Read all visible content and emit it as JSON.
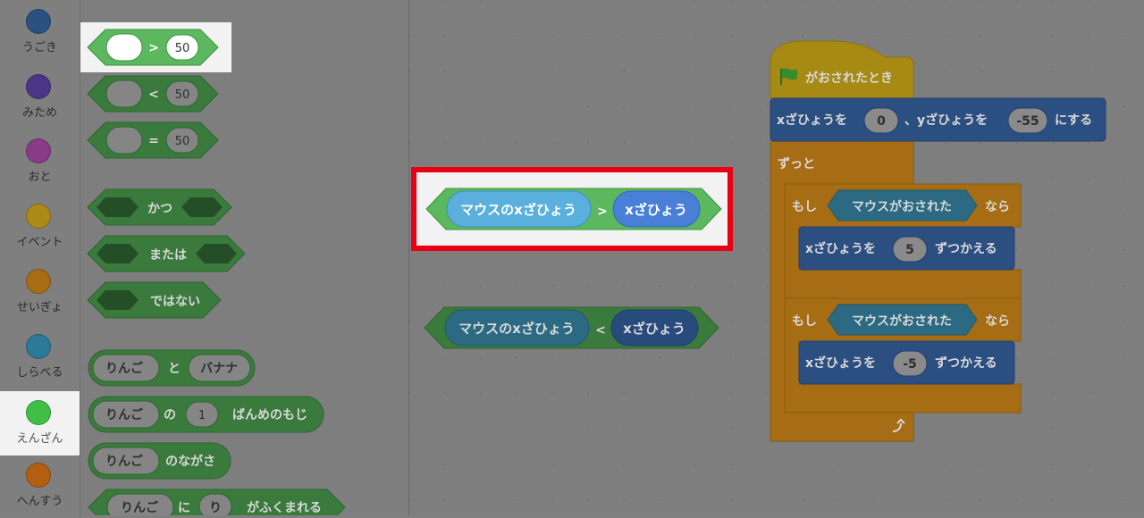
{
  "categories": [
    {
      "label": "うごき",
      "color": "#2a5182"
    },
    {
      "label": "みため",
      "color": "#4b3585"
    },
    {
      "label": "おと",
      "color": "#8a3a86"
    },
    {
      "label": "イベント",
      "color": "#ad8a18"
    },
    {
      "label": "せいぎょ",
      "color": "#a76d15"
    },
    {
      "label": "しらべる",
      "color": "#2b7a9a"
    },
    {
      "label": "えんざん",
      "color": "#3fbf46",
      "selected": true
    },
    {
      "label": "へんすう",
      "color": "#b35f12"
    }
  ],
  "palette": {
    "gt": {
      "op": ">",
      "value": "50"
    },
    "lt": {
      "op": "<",
      "value": "50"
    },
    "eq": {
      "op": "=",
      "value": "50"
    },
    "and_label": "かつ",
    "or_label": "または",
    "not_label": "ではない",
    "join": {
      "a": "りんご",
      "b": "と",
      "c": "バナナ"
    },
    "letter": {
      "a": "りんご",
      "b": "の",
      "c": "1",
      "d": "ばんめのもじ"
    },
    "length": {
      "a": "りんご",
      "b": "のながさ"
    },
    "contains": {
      "a": "りんご",
      "b": "に",
      "c": "り",
      "d": "がふくまれる"
    }
  },
  "workspace": {
    "highlight_block": {
      "left": "マウスのxざひょう",
      "op": ">",
      "right": "xざひょう"
    },
    "second_block": {
      "left": "マウスのxざひょう",
      "op": "<",
      "right": "xざひょう"
    },
    "script": {
      "hat": "がおされたとき",
      "goto": {
        "a": "xざひょうを",
        "x": "0",
        "b": "、yざひょうを",
        "y": "-55",
        "c": "にする"
      },
      "forever": "ずっと",
      "if1": {
        "a": "もし",
        "cond": "マウスがおされた",
        "b": "なら",
        "stmt": "xざひょうを",
        "val": "5",
        "stmt2": "ずつかえる"
      },
      "if2": {
        "a": "もし",
        "cond": "マウスがおされた",
        "b": "なら",
        "stmt": "xざひょうを",
        "val": "-5",
        "stmt2": "ずつかえる"
      }
    },
    "highlight_color": "#e60012"
  }
}
